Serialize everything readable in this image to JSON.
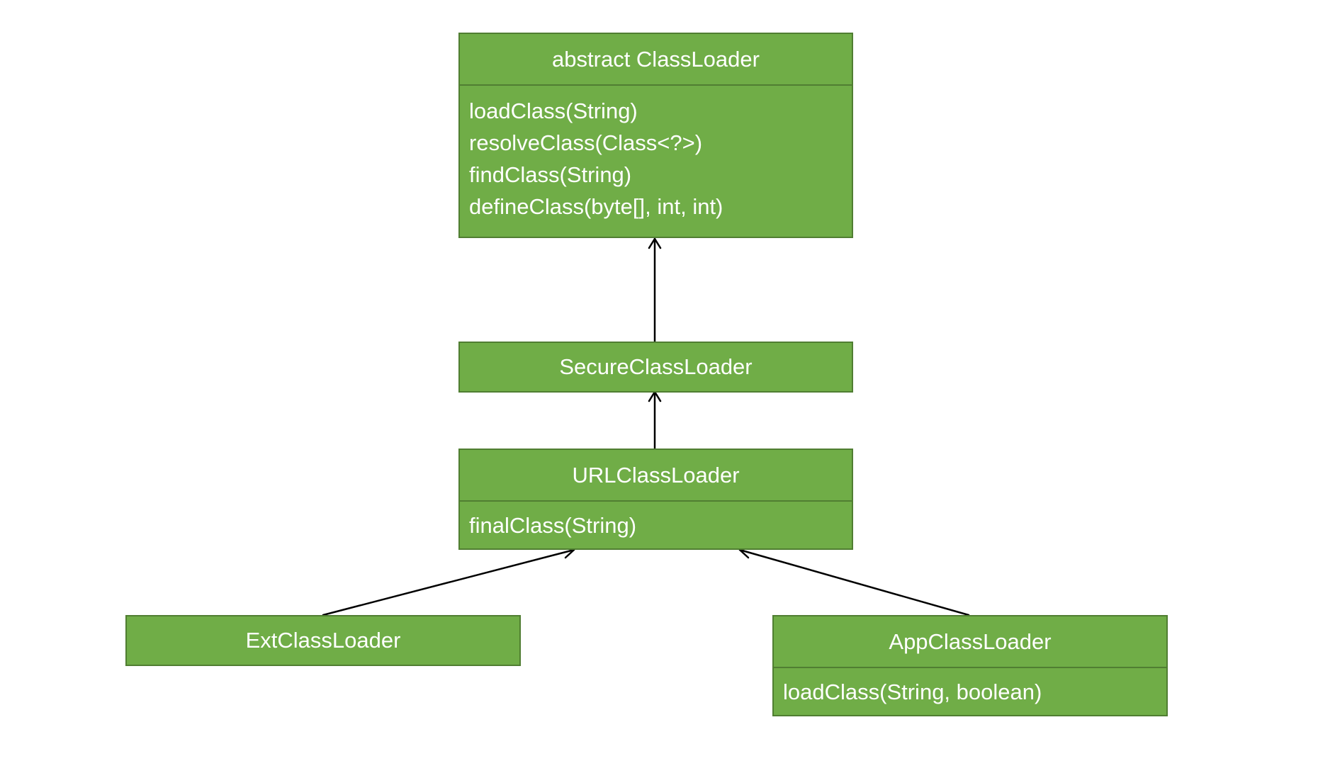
{
  "colors": {
    "box_fill": "#70ad47",
    "box_border": "#507e32",
    "text": "#ffffff",
    "arrow": "#000000"
  },
  "classes": {
    "class_loader": {
      "name": "abstract ClassLoader",
      "methods": [
        "loadClass(String)",
        "resolveClass(Class<?>)",
        "findClass(String)",
        "defineClass(byte[], int, int)"
      ]
    },
    "secure_class_loader": {
      "name": "SecureClassLoader"
    },
    "url_class_loader": {
      "name": "URLClassLoader",
      "methods": [
        "finalClass(String)"
      ]
    },
    "ext_class_loader": {
      "name": "ExtClassLoader"
    },
    "app_class_loader": {
      "name": "AppClassLoader",
      "methods": [
        "loadClass(String, boolean)"
      ]
    }
  }
}
